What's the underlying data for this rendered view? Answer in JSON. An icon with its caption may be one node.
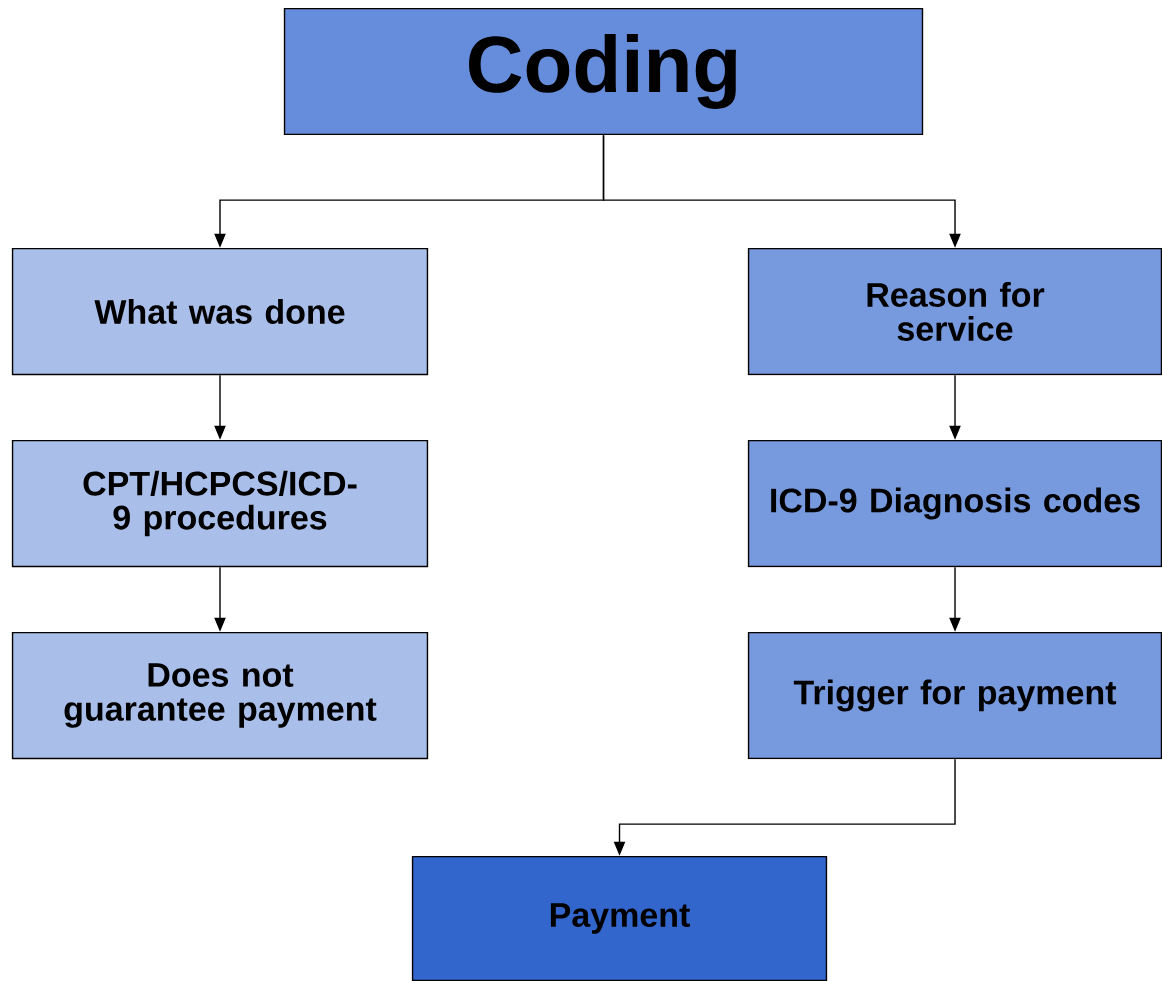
{
  "diagram": {
    "nodes": [
      {
        "text": [
          "Coding"
        ]
      },
      {
        "text": [
          "What was done"
        ]
      },
      {
        "text": [
          "Reason for service"
        ]
      },
      {
        "text": [
          "CPT/HCPCS/ICD-9 procedures"
        ]
      },
      {
        "text": [
          "ICD-9 Diagnosis codes"
        ]
      },
      {
        "text": [
          "Does not guarantee payment"
        ]
      },
      {
        "text": [
          "Trigger for payment"
        ]
      },
      {
        "text": [
          "Payment"
        ]
      }
    ],
    "edges": [
      {
        "from": 0,
        "to": 1,
        "arrow": "to"
      },
      {
        "from": 0,
        "to": 2,
        "arrow": "to"
      },
      {
        "from": 1,
        "to": 3,
        "arrow": "to"
      },
      {
        "from": 3,
        "to": 5,
        "arrow": "to"
      },
      {
        "from": 2,
        "to": 4,
        "arrow": "to"
      },
      {
        "from": 4,
        "to": 6,
        "arrow": "to"
      },
      {
        "from": 6,
        "to": 7,
        "arrow": "to"
      }
    ]
  }
}
